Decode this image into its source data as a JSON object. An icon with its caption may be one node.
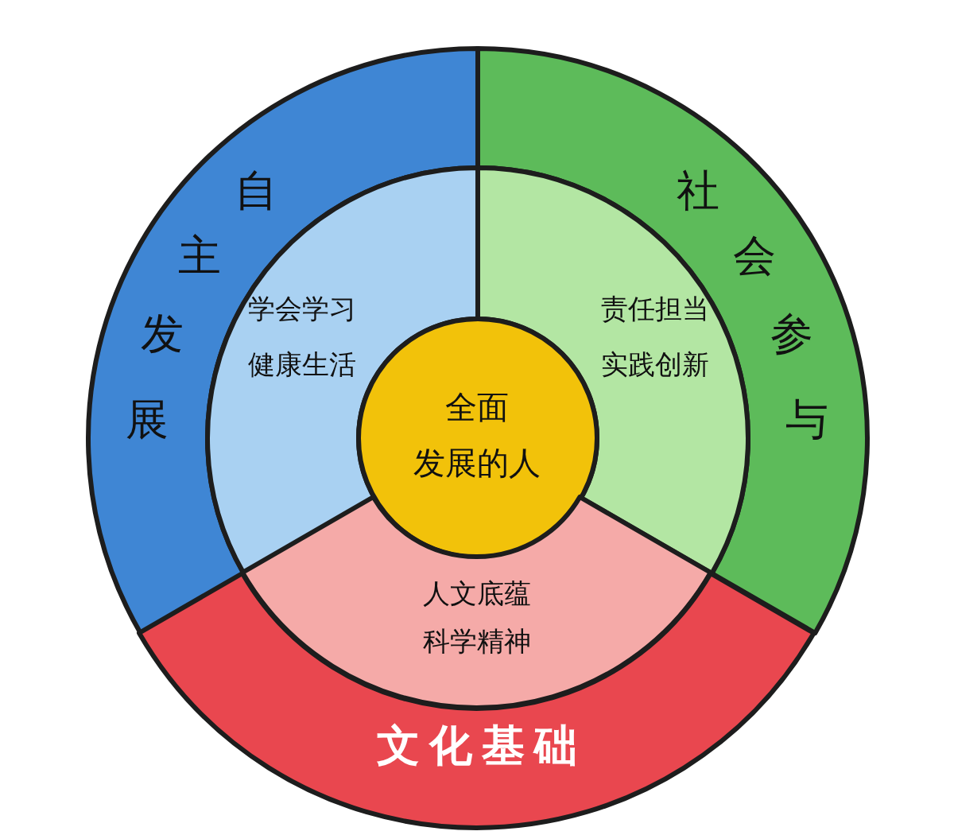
{
  "diagram": {
    "nodes": [
      {
        "text": [
          "自主发展"
        ]
      },
      {
        "text": [
          "社会参与"
        ]
      },
      {
        "text": [
          "学会学习",
          "健康生活"
        ]
      },
      {
        "text": [
          "责任担当",
          "实践创新"
        ]
      },
      {
        "text": [
          "全面",
          "发展的人"
        ]
      },
      {
        "text": [
          "人文底蕴",
          "科学精神"
        ]
      },
      {
        "text": [
          "文化基础"
        ]
      }
    ]
  }
}
